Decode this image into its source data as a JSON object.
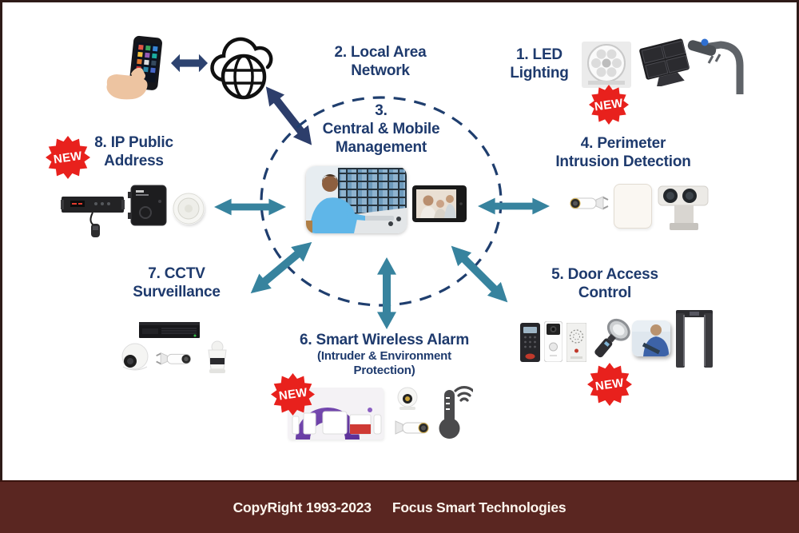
{
  "badge_label": "NEW",
  "footer": {
    "copyright": "CopyRight 1993-2023",
    "company": "Focus Smart Technologies"
  },
  "nodes": {
    "lan": {
      "line1": "2. Local Area",
      "line2": "Network"
    },
    "led": {
      "line1": "1. LED",
      "line2": "Lighting",
      "is_new": true
    },
    "central": {
      "line1": "3.",
      "line2": "Central & Mobile",
      "line3": "Management"
    },
    "perimeter": {
      "line1": "4. Perimeter",
      "line2": "Intrusion Detection"
    },
    "door": {
      "line1": "5. Door Access",
      "line2": "Control",
      "is_new": true
    },
    "alarm": {
      "title": "6. Smart Wireless Alarm",
      "sub1": "(Intruder & Environment",
      "sub2": "Protection)",
      "is_new": true
    },
    "cctv": {
      "line1": "7. CCTV",
      "line2": "Surveillance"
    },
    "ippa": {
      "line1": "8. IP Public",
      "line2": "Address",
      "is_new": true
    }
  },
  "colors": {
    "heading_blue": "#1e3a6d",
    "navy_arrow": "#2d4370",
    "teal_arrow": "#37839e",
    "dashed_circle": "#1f3e6e",
    "badge_red": "#e8211d",
    "footer_bg": "#5a2621",
    "footer_text": "#fdf6ee"
  },
  "icons": [
    "smartphone-in-hand-icon",
    "cloud-network-icon",
    "phone-cloud-arrow-icon",
    "cloud-center-arrow-icon",
    "dashed-ellipse",
    "control-room-photo",
    "mobile-viewer-photo",
    "led-reel-icon",
    "floodlight-icon",
    "streetlight-icon",
    "bullet-camera-icon",
    "detector-box-icon",
    "ptz-thermal-camera-icon",
    "amplifier-mic-icon",
    "audio-box-icon",
    "ceiling-speaker-icon",
    "nvr-icon",
    "dome-camera-icon",
    "ptz-dome-camera-icon",
    "fingerprint-reader-icon",
    "video-doorbell-icon",
    "intercom-icon",
    "handheld-detector-icon",
    "security-scan-photo",
    "walkthrough-gate-icon",
    "alarm-kit-photo",
    "turret-camera-icon",
    "wireless-thermometer-icon",
    "new-badge"
  ]
}
